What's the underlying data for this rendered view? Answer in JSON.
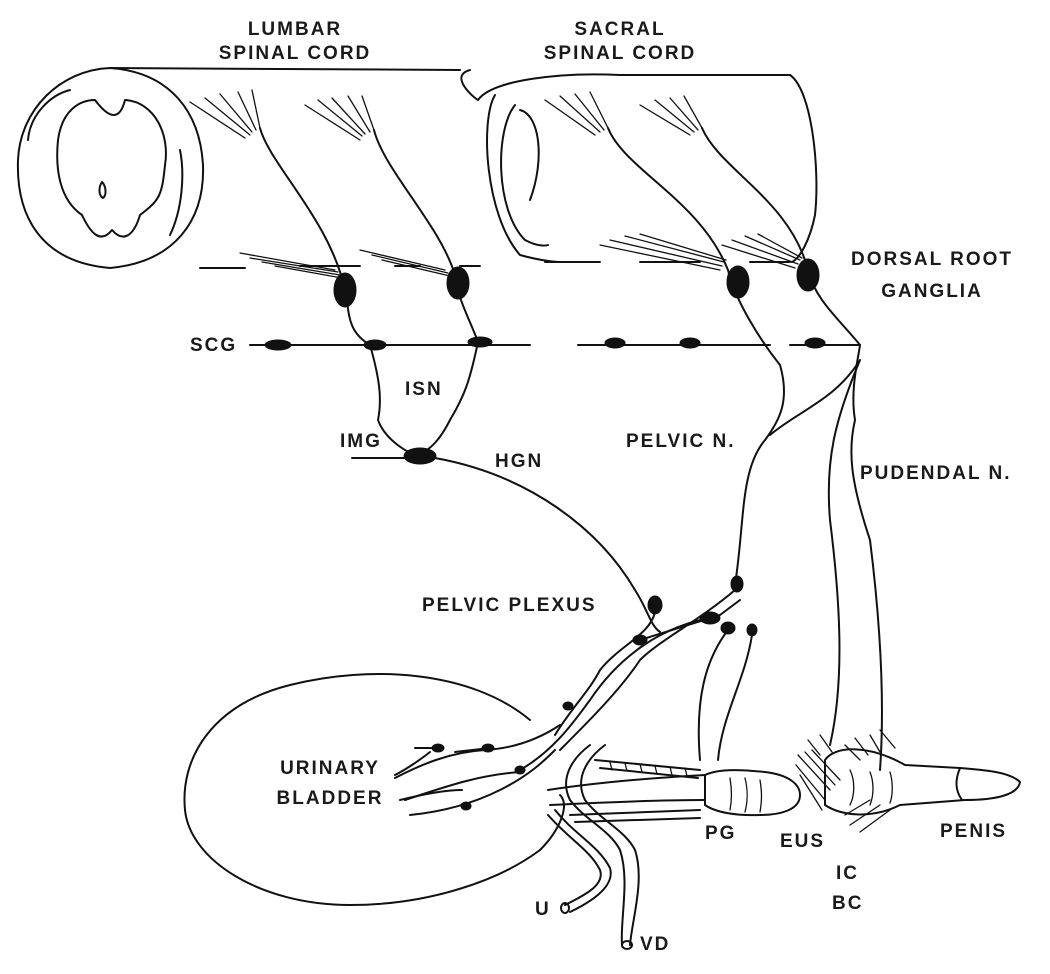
{
  "labels": {
    "lumbar_line1": "LUMBAR",
    "lumbar_line2": "SPINAL CORD",
    "sacral_line1": "SACRAL",
    "sacral_line2": "SPINAL CORD",
    "drg_line1": "DORSAL ROOT",
    "drg_line2": "GANGLIA",
    "scg": "SCG",
    "isn": "ISN",
    "img": "IMG",
    "hgn": "HGN",
    "pelvic_n": "PELVIC N.",
    "pudendal_n": "PUDENDAL N.",
    "pelvic_plexus": "PELVIC PLEXUS",
    "bladder_line1": "URINARY",
    "bladder_line2": "BLADDER",
    "pg": "PG",
    "eus": "EUS",
    "penis": "PENIS",
    "ic": "IC",
    "bc": "BC",
    "u": "U",
    "vd": "VD"
  }
}
